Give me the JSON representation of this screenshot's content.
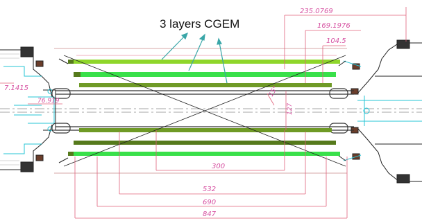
{
  "title": "3 layers CGEM",
  "colors": {
    "dimension": "#e0607a",
    "dimension_text": "#d64fa0",
    "layer_inner": "#8fd62a",
    "layer_bright": "#39e04a",
    "layer_dark": "#567a1c",
    "arrow": "#3aa6a8",
    "cyan_outline": "#25c4d6",
    "outline": "#222222"
  },
  "dimensions": {
    "top": [
      "235.0769",
      "169.1976",
      "104.5"
    ],
    "bottom": [
      "300",
      "532",
      "690",
      "847"
    ],
    "side": [
      "7.1415",
      "76.919"
    ],
    "center_vertical": "127",
    "center_angle": "15°"
  }
}
